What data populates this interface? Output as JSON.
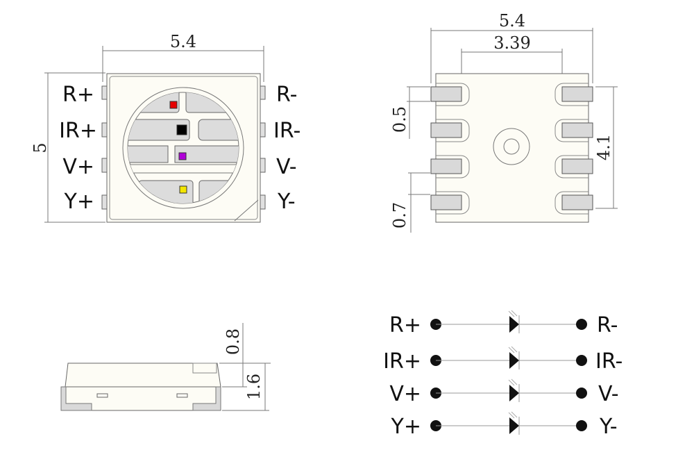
{
  "top_view": {
    "width_dim": "5.4",
    "height_dim": "5",
    "left_pins": [
      "R+",
      "IR+",
      "V+",
      "Y+"
    ],
    "right_pins": [
      "R-",
      "IR-",
      "V-",
      "Y-"
    ],
    "chip_colors": {
      "red": "#e60000",
      "ir": "#000000",
      "violet": "#b000d8",
      "yellow": "#f3e600"
    }
  },
  "bottom_view": {
    "width_dim": "5.4",
    "pad_span_dim": "3.39",
    "pitch_dim": "0.5",
    "pad_dim": "0.7",
    "height_dim": "4.1"
  },
  "side_view": {
    "lens_dim": "0.8",
    "height_dim": "1.6"
  },
  "schematic": {
    "rows": [
      {
        "anode": "R+",
        "cathode": "R-"
      },
      {
        "anode": "IR+",
        "cathode": "IR-"
      },
      {
        "anode": "V+",
        "cathode": "V-"
      },
      {
        "anode": "Y+",
        "cathode": "Y-"
      }
    ]
  }
}
